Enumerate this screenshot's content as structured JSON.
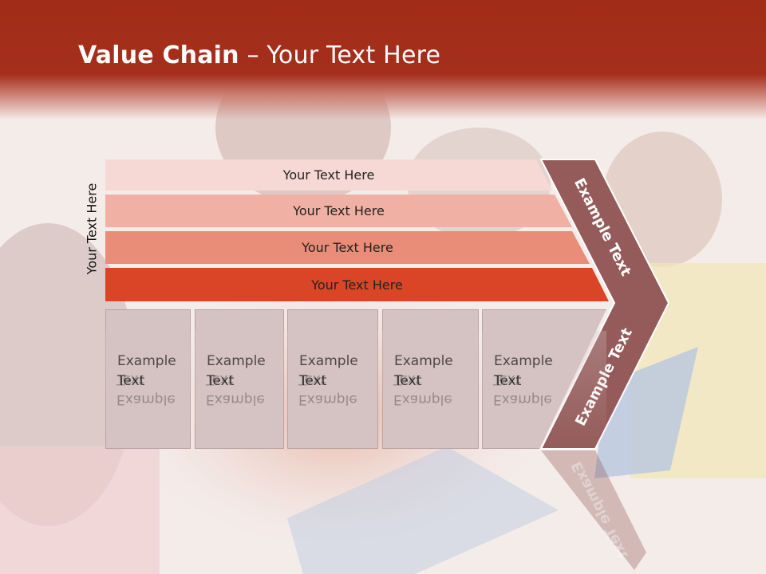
{
  "slide": {
    "title_bold": "Value Chain",
    "title_rest": " – Your Text Here",
    "side_label": "Your Text Here",
    "bars": [
      {
        "label": "Your Text Here",
        "color": "#f6d9d5"
      },
      {
        "label": "Your Text Here",
        "color": "#f1b0a4"
      },
      {
        "label": "Your Text Here",
        "color": "#e98c78"
      },
      {
        "label": "Your Text Here",
        "color": "#db4527"
      }
    ],
    "boxes": [
      {
        "line1": "Example",
        "line2": "Text"
      },
      {
        "line1": "Example",
        "line2": "Text"
      },
      {
        "line1": "Example",
        "line2": "Text"
      },
      {
        "line1": "Example",
        "line2": "Text"
      },
      {
        "line1": "Example",
        "line2": "Text"
      }
    ],
    "arrow_upper_text": "Example Text",
    "arrow_lower_text": "Example Text",
    "colors": {
      "header": "#a52f1c",
      "arrow": "#945b5a",
      "box": "#d5c2c3"
    }
  }
}
